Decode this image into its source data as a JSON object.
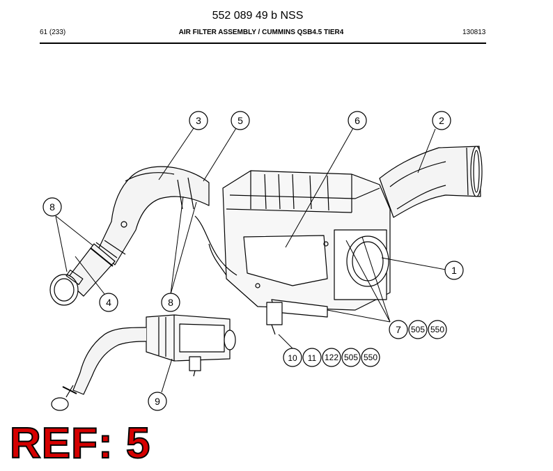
{
  "header": {
    "doc_number": "552 089 49 b NSS",
    "page": "61 (233)",
    "title": "AIR FILTER ASSEMBLY / CUMMINS QSB4.5 TIER4",
    "date_code": "130813"
  },
  "callouts": {
    "c1": "1",
    "c2": "2",
    "c3": "3",
    "c4": "4",
    "c5": "5",
    "c6": "6",
    "c8a": "8",
    "c8b": "8",
    "c9": "9",
    "row7": [
      "7",
      "505",
      "550"
    ],
    "row10": [
      "10",
      "11",
      "122",
      "505",
      "550"
    ]
  },
  "ref_label": "REF: 5"
}
